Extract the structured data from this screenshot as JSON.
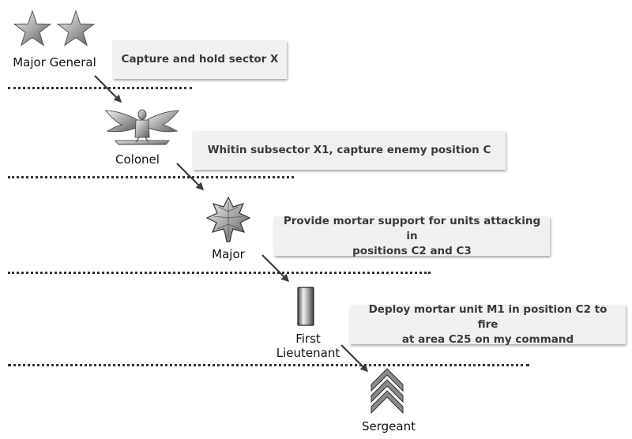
{
  "ranks": [
    {
      "label_lines": [
        "Major General"
      ],
      "insignia": "two-stars-icon"
    },
    {
      "label_lines": [
        "Colonel"
      ],
      "insignia": "eagle-icon"
    },
    {
      "label_lines": [
        "Major"
      ],
      "insignia": "oak-leaf-icon"
    },
    {
      "label_lines": [
        "First",
        "Lieutenant"
      ],
      "insignia": "silver-bar-icon"
    },
    {
      "label_lines": [
        "Sergeant"
      ],
      "insignia": "chevrons-icon"
    }
  ],
  "orders": [
    {
      "lines": [
        "Capture and hold sector X"
      ]
    },
    {
      "lines": [
        "Whitin subsector X1, capture enemy position C"
      ]
    },
    {
      "lines": [
        "Provide mortar support for units attacking in",
        "positions C2 and C3"
      ]
    },
    {
      "lines": [
        "Deploy mortar unit M1 in position C2 to fire",
        "at area C25 on my command"
      ]
    }
  ],
  "colors": {
    "box_fill": "#f1f1f1",
    "box_text": "#3a3a3a",
    "arrow": "#3d3d3d",
    "dots": "#333333"
  }
}
